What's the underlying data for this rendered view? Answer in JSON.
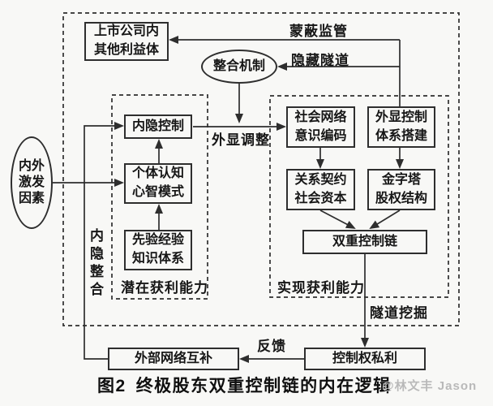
{
  "colors": {
    "background": "#f8f8f6",
    "line": "#2e2e2e",
    "text": "#161616",
    "watermark": "#b9b9b9"
  },
  "nodes": {
    "listed_company_stakeholders": "上市公司内\n其他利益体",
    "implicit_control": "内隐控制",
    "individual_cognition": "个体认知\n心智模式",
    "prior_experience": "先验经验\n知识体系",
    "social_network_encoding": "社会网络\n意识编码",
    "explicit_control_building": "外显控制\n体系搭建",
    "relational_contract_capital": "关系契约\n社会资本",
    "pyramid_equity_structure": "金字塔\n股权结构",
    "dual_control_chain": "双重控制链",
    "external_network_complement": "外部网络互补",
    "control_private_benefits": "控制权私利",
    "integration_mechanism": "整合机制",
    "internal_external_stimuli": "内外\n激发\n因素"
  },
  "labels": {
    "deceive_regulation": "蒙蔽监管",
    "hidden_tunnel": "隐藏隧道",
    "explicit_adjustment": "外显调整",
    "latent_profit_capability": "潜在获利能力",
    "realized_profit_capability": "实现获利能力",
    "tunneling": "隧道挖掘",
    "implicit_integration": "内隐整合",
    "feedback": "反馈"
  },
  "caption": {
    "prefix": "图2",
    "title": "终极股东双重控制链的内在逻辑"
  },
  "watermark": "@林文丰 Jason"
}
